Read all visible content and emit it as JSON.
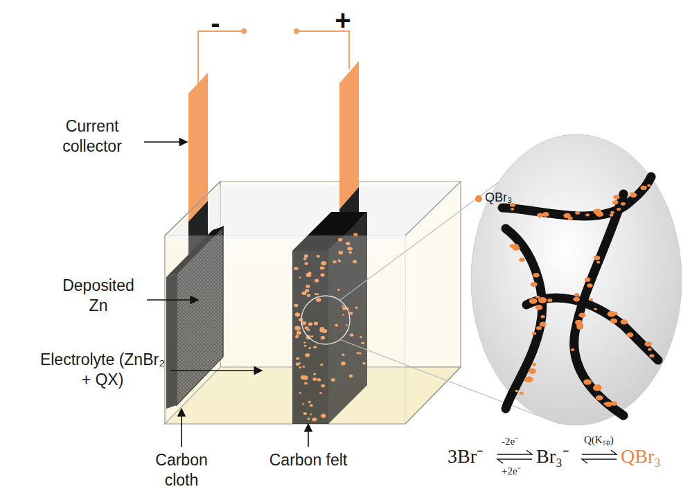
{
  "diagram": {
    "labels": [
      "-",
      "+",
      "Current collector",
      "Deposited Zn",
      "Electrolyte (ZnBr₂ + QX)",
      "Carbon cloth",
      "Carbon felt",
      "QBr₃",
      "3Br⁻",
      "-2e⁻",
      "+2e⁻",
      "Br₃⁻",
      "Q(Kₛₚ)",
      "QBr₃"
    ]
  }
}
